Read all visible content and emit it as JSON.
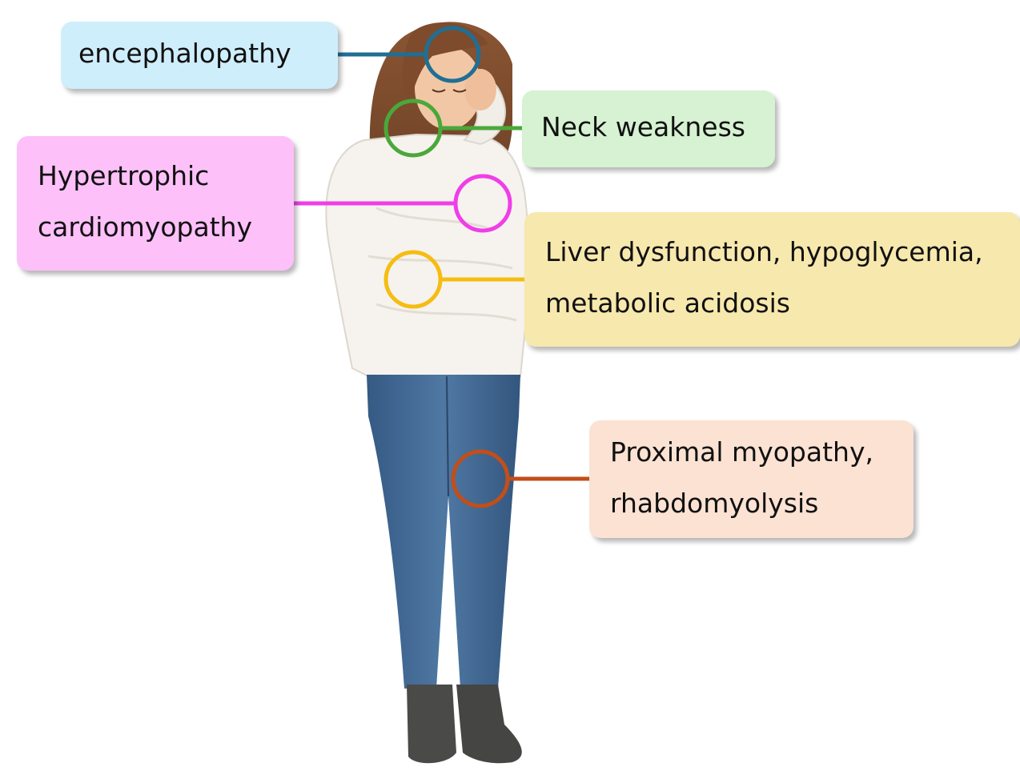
{
  "callouts": {
    "encephalopathy": {
      "lines": [
        "encephalopathy"
      ],
      "color": "#1f6f94",
      "fill": "#cfeefb"
    },
    "neck": {
      "lines": [
        "Neck weakness"
      ],
      "color": "#4aa83a",
      "fill": "#d6f2d2"
    },
    "heart": {
      "lines": [
        "Hypertrophic",
        "cardiomyopathy"
      ],
      "color": "#f03ee8",
      "fill": "#fdc0f9"
    },
    "liver": {
      "lines": [
        "Liver dysfunction, hypoglycemia,",
        "metabolic acidosis"
      ],
      "color": "#f5bd12",
      "fill": "#f7e8ad"
    },
    "muscle": {
      "lines": [
        "Proximal myopathy,",
        "rhabdomyolysis"
      ],
      "color": "#c24e1a",
      "fill": "#fbe2d3"
    }
  },
  "figure": {
    "image_description": "girl-holding-head",
    "hair_color": "#7a4a2c",
    "sweater_color": "#f6f3ee",
    "jeans_color": "#3f6690",
    "boot_color": "#4a4a48"
  }
}
